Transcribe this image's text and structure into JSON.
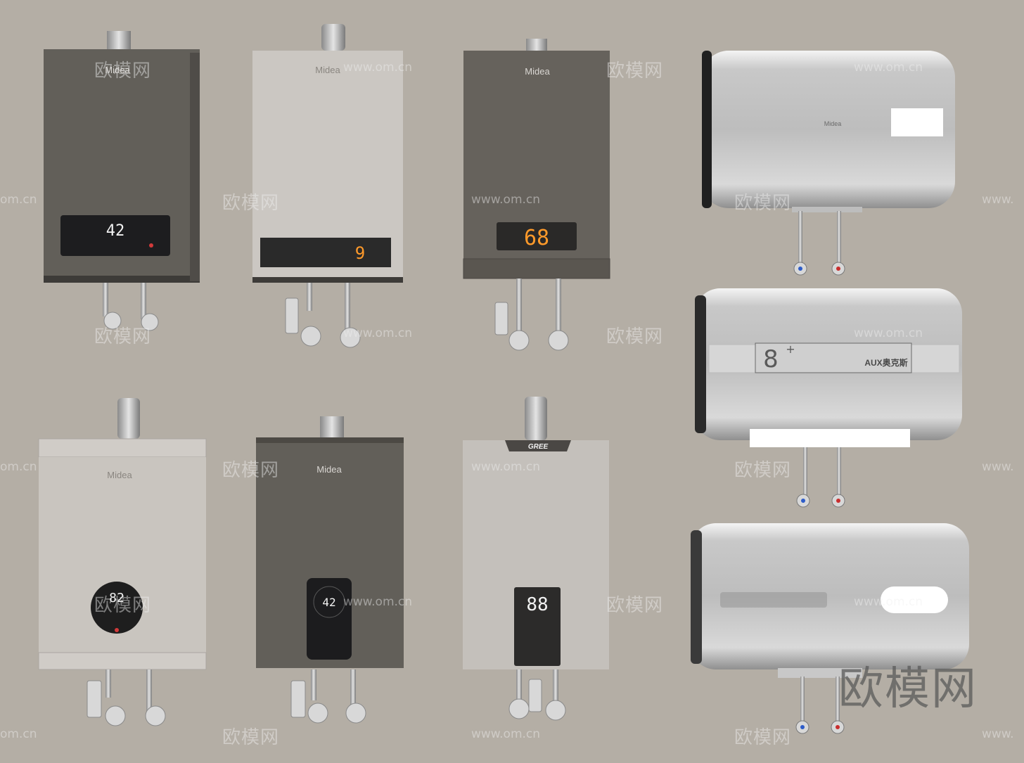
{
  "heaters": {
    "h1": {
      "brand": "Midea",
      "display": "42"
    },
    "h2": {
      "brand": "Midea",
      "display": "9"
    },
    "h3": {
      "brand": "Midea",
      "display": "68"
    },
    "h4": {
      "brand": "Midea",
      "display": "82"
    },
    "h5": {
      "brand": "Midea",
      "display": "42"
    },
    "h6": {
      "brand": "GREE",
      "display": "88"
    },
    "t1": {
      "brand": "Midea"
    },
    "t2": {
      "brand": "AUX奥克斯",
      "badge": "8",
      "badge_sup": "+"
    },
    "t3": {
      "brand": ""
    }
  },
  "watermarks": {
    "cn": "欧模网",
    "url": "www.om.cn",
    "url_partial_left": "om.cn",
    "url_partial_right": "www."
  },
  "colors": {
    "background": "#b4aea5",
    "dark_body": "#625f59",
    "light_body": "#c9c5bf",
    "tank_body": "#d6d6d6",
    "display_orange": "#ff9a2a"
  }
}
